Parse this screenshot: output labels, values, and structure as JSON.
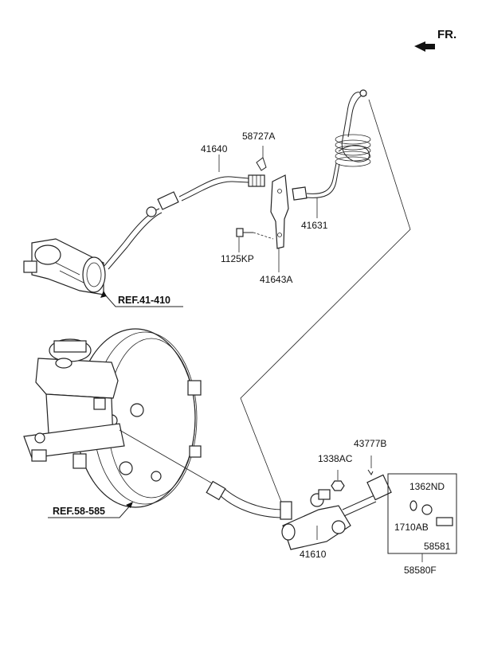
{
  "direction_indicator": {
    "label": "FR."
  },
  "part_labels": {
    "p41640": "41640",
    "p58727A": "58727A",
    "p41631": "41631",
    "p1125KP": "1125KP",
    "p41643A": "41643A",
    "p43777B": "43777B",
    "p1338AC": "1338AC",
    "p1362ND": "1362ND",
    "p1710AB": "1710AB",
    "p58581": "58581",
    "p41610": "41610",
    "p58580F": "58580F"
  },
  "references": {
    "ref1": "REF.41-410",
    "ref2": "REF.58-585"
  },
  "colors": {
    "line": "#222222",
    "background": "#ffffff"
  }
}
